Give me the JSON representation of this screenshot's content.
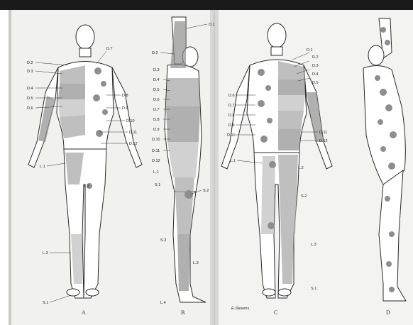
{
  "figures": [
    {
      "caption": "A",
      "labels": [
        "D.2",
        "D.3",
        "D.4",
        "D.5",
        "D.6",
        "D.7",
        "D.8",
        "D.9",
        "D.10",
        "D.11",
        "D.12",
        "L.1",
        "L.2",
        "L.3",
        "S.1"
      ]
    },
    {
      "caption": "B",
      "labels": [
        "D.1",
        "D.2",
        "D.3",
        "D.4",
        "D.5",
        "D.6",
        "D.7",
        "D.8",
        "D.9",
        "D.10",
        "D.11",
        "D.12",
        "L.1",
        "S.1",
        "S.2",
        "S.3",
        "L.3",
        "L.4"
      ]
    },
    {
      "caption": "C",
      "labels": [
        "D.1",
        "D.2",
        "D.3",
        "D.4",
        "D.5",
        "D.6",
        "D.7",
        "D.8",
        "D.9",
        "D.10",
        "D.11",
        "D.12",
        "L.1",
        "L.2",
        "L.3",
        "S.1",
        "S.2"
      ]
    },
    {
      "caption": "D",
      "labels": []
    }
  ],
  "signature": "E.Stevens",
  "colors": {
    "paper": "#f2f2f0",
    "ink": "#2a2a2a",
    "shade": "#a0a0a0",
    "border": "#1a1a1a"
  }
}
